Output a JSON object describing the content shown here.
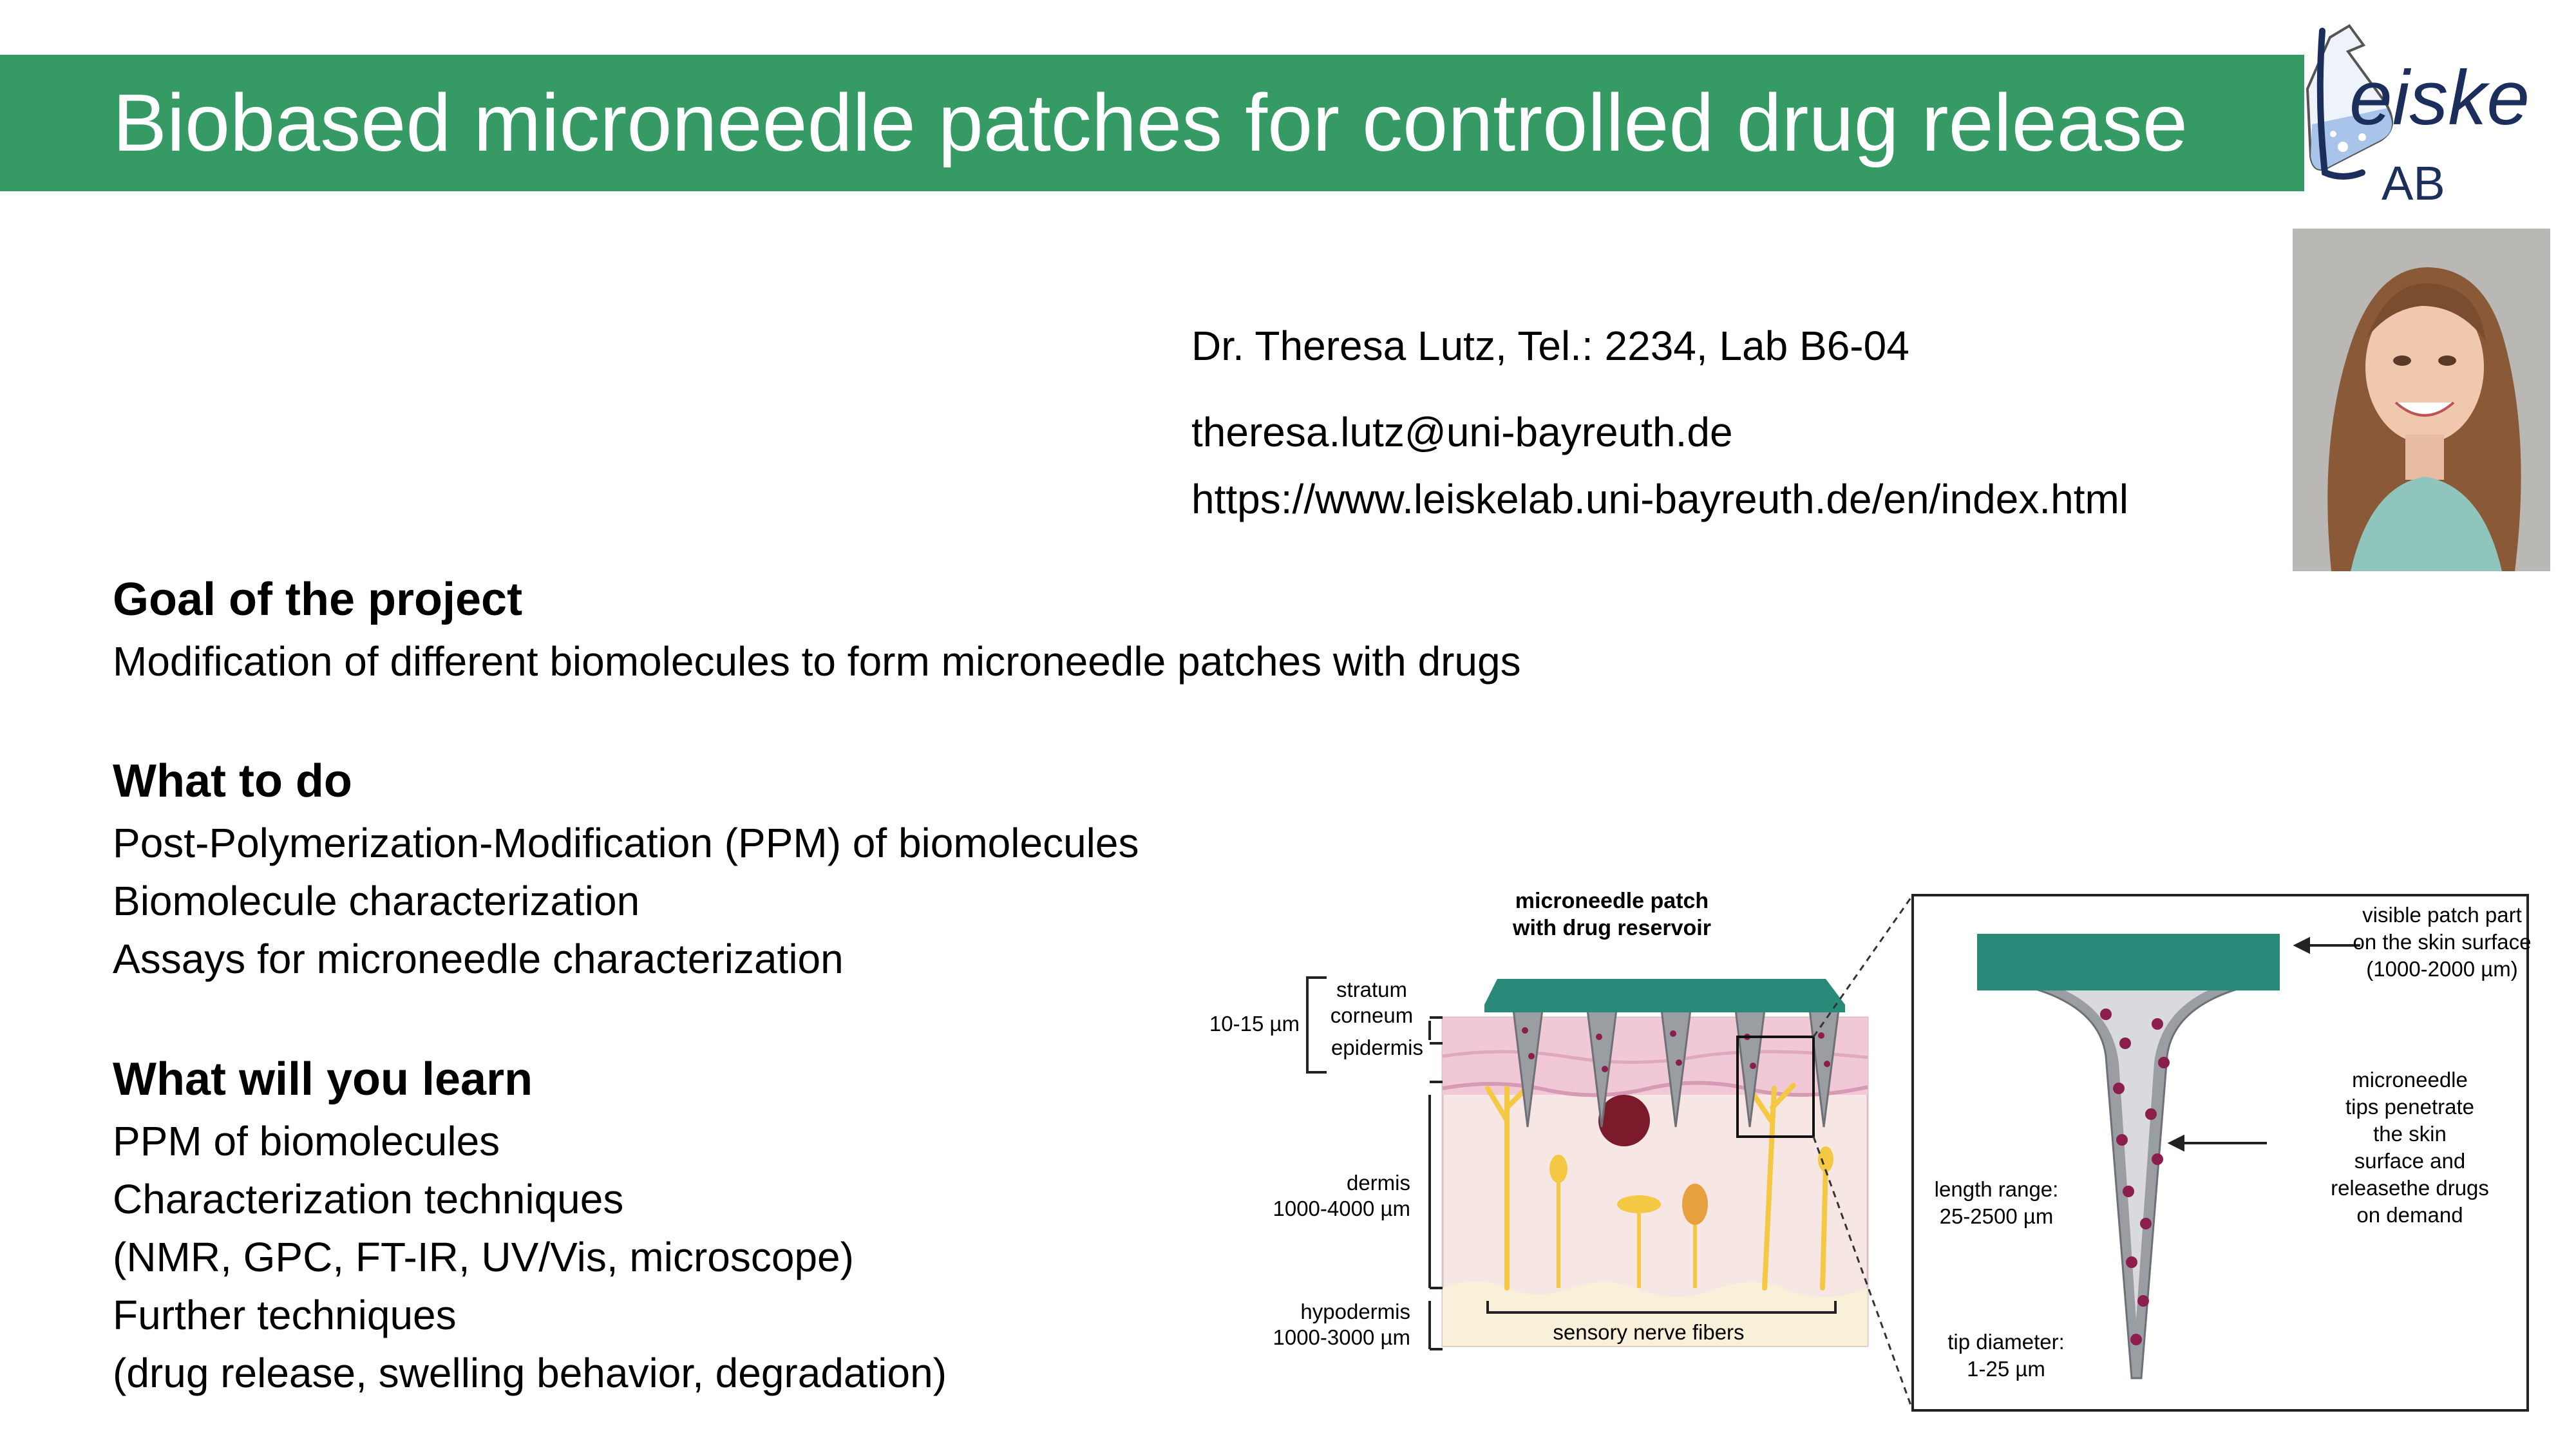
{
  "title": "Biobased microneedle patches for controlled drug release",
  "logo": {
    "text_main": "eiske",
    "text_sub": "AB"
  },
  "contact": {
    "name_line": "Dr. Theresa Lutz, Tel.: 2234, Lab B6-04",
    "email": "theresa.lutz@uni-bayreuth.de",
    "url": "https://www.leiskelab.uni-bayreuth.de/en/index.html"
  },
  "sections": {
    "goal": {
      "heading": "Goal of the project",
      "lines": [
        "Modification of different biomolecules to form microneedle patches with drugs"
      ]
    },
    "todo": {
      "heading": "What to do",
      "lines": [
        "Post-Polymerization-Modification (PPM) of biomolecules",
        "Biomolecule characterization",
        "Assays for microneedle characterization"
      ]
    },
    "learn": {
      "heading": "What will you learn",
      "lines": [
        "PPM of biomolecules",
        "Characterization techniques",
        "(NMR, GPC, FT-IR, UV/Vis, microscope)",
        "Further techniques",
        "(drug release, swelling behavior, degradation)"
      ]
    }
  },
  "diagram": {
    "patch_title": [
      "microneedle patch",
      "with drug reservoir"
    ],
    "stratum": [
      "stratum",
      "corneum"
    ],
    "stratum_thickness": "10-15 µm",
    "epidermis": "epidermis",
    "dermis": [
      "dermis",
      "1000-4000 µm"
    ],
    "hypodermis": [
      "hypodermis",
      "1000-3000 µm"
    ],
    "nerves": "sensory nerve fibers",
    "visible_part": [
      "visible patch part",
      "on the skin surface",
      "(1000-2000 µm)"
    ],
    "tips": [
      "microneedle",
      "tips penetrate",
      "the skin",
      "surface and",
      "releasethe drugs",
      "on demand"
    ],
    "length": [
      "length range:",
      "25-2500 µm"
    ],
    "tip_diameter": [
      "tip diameter:",
      "1-25 µm"
    ]
  },
  "colors": {
    "accent": "#359a64",
    "patch": "#2a8a7a",
    "drug": "#8b1e4a",
    "skin": "#f7e7e4",
    "nerve": "#f5c843"
  }
}
